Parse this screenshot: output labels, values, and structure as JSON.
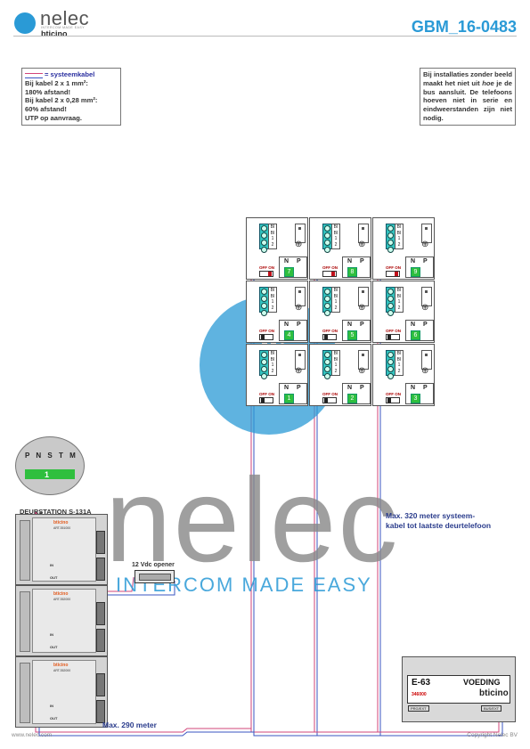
{
  "header": {
    "brand": "nelec",
    "tagline": "INTERCOM MADE EASY",
    "partner": "bticino",
    "doc_id": "GBM_16-0483"
  },
  "note_cable": {
    "title": "= systeemkabel",
    "lines": [
      "Bij kabel 2 x 1 mm²:",
      "180% afstand!",
      "Bij kabel 2 x 0,28 mm²:",
      "60% afstand!",
      "UTP op aanvraag."
    ]
  },
  "note_install": {
    "text_a": "Bij installaties zonder beeld maakt het niet uit ",
    "text_em": "hoe",
    "text_b": " je de bus aansluit. De telefoons hoeven niet in serie en eindweerstanden zijn niet nodig."
  },
  "phones": {
    "labels_np": [
      "N",
      "P"
    ],
    "switch_label": "OFF ON",
    "terminal_labels": [
      "BI",
      "BI",
      "1",
      "2"
    ],
    "rows": [
      {
        "numbers": [
          "7",
          "8",
          "9"
        ],
        "switch": "on"
      },
      {
        "numbers": [
          "4",
          "5",
          "6"
        ],
        "switch": "off"
      },
      {
        "numbers": [
          "1",
          "2",
          "3"
        ],
        "switch": "off"
      }
    ]
  },
  "door_station": {
    "title": "DEURSTATION S-131A",
    "zoom_letters": "P N S T M",
    "zoom_number": "1",
    "modules": [
      {
        "brand": "bticino",
        "ref": "ART.351000"
      },
      {
        "brand": "bticino",
        "ref": "ART.352000"
      },
      {
        "brand": "bticino",
        "ref": "ART.352000"
      }
    ],
    "in_label": "IN",
    "out_label": "OUT"
  },
  "opener": {
    "label": "12 Vdc opener"
  },
  "psu": {
    "model": "E-63",
    "name": "VOEDING",
    "code": "346000",
    "brand": "bticino",
    "prg": "PRG/EXT",
    "bus": "BUS/EXT"
  },
  "annotations": {
    "max320_line1": "Max. 320 meter systeem-",
    "max320_line2": "kabel tot laatste deurtelefoon",
    "max290": "Max. 290 meter"
  },
  "watermark": {
    "text": "nelec",
    "tagline": "INTERCOM MADE EASY"
  },
  "footer": {
    "url": "www.nelec.com",
    "copyright": "Copyright Nelec BV"
  },
  "colors": {
    "accent": "#2a9ad6",
    "bus_red": "#d2447a",
    "bus_blue": "#3a55c2",
    "green": "#2fbf3e",
    "teal": "#33c5c0"
  }
}
